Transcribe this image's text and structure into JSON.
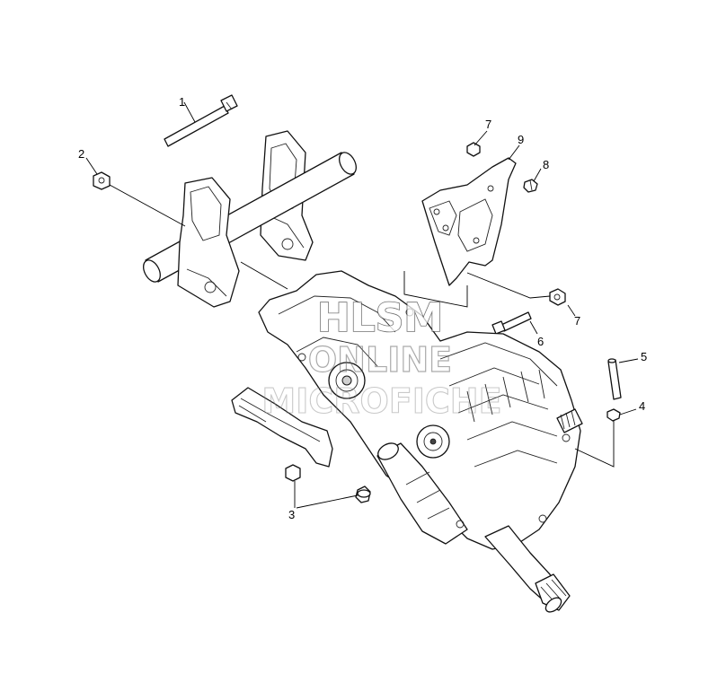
{
  "callouts": {
    "c1": "1",
    "c2": "2",
    "c3": "3",
    "c4": "4",
    "c5": "5",
    "c6": "6",
    "c7a": "7",
    "c7b": "7",
    "c8": "8",
    "c9": "9"
  },
  "watermark": {
    "line1": "HLSM",
    "line2": "ONLINE",
    "line3": "MICROFICHE"
  }
}
